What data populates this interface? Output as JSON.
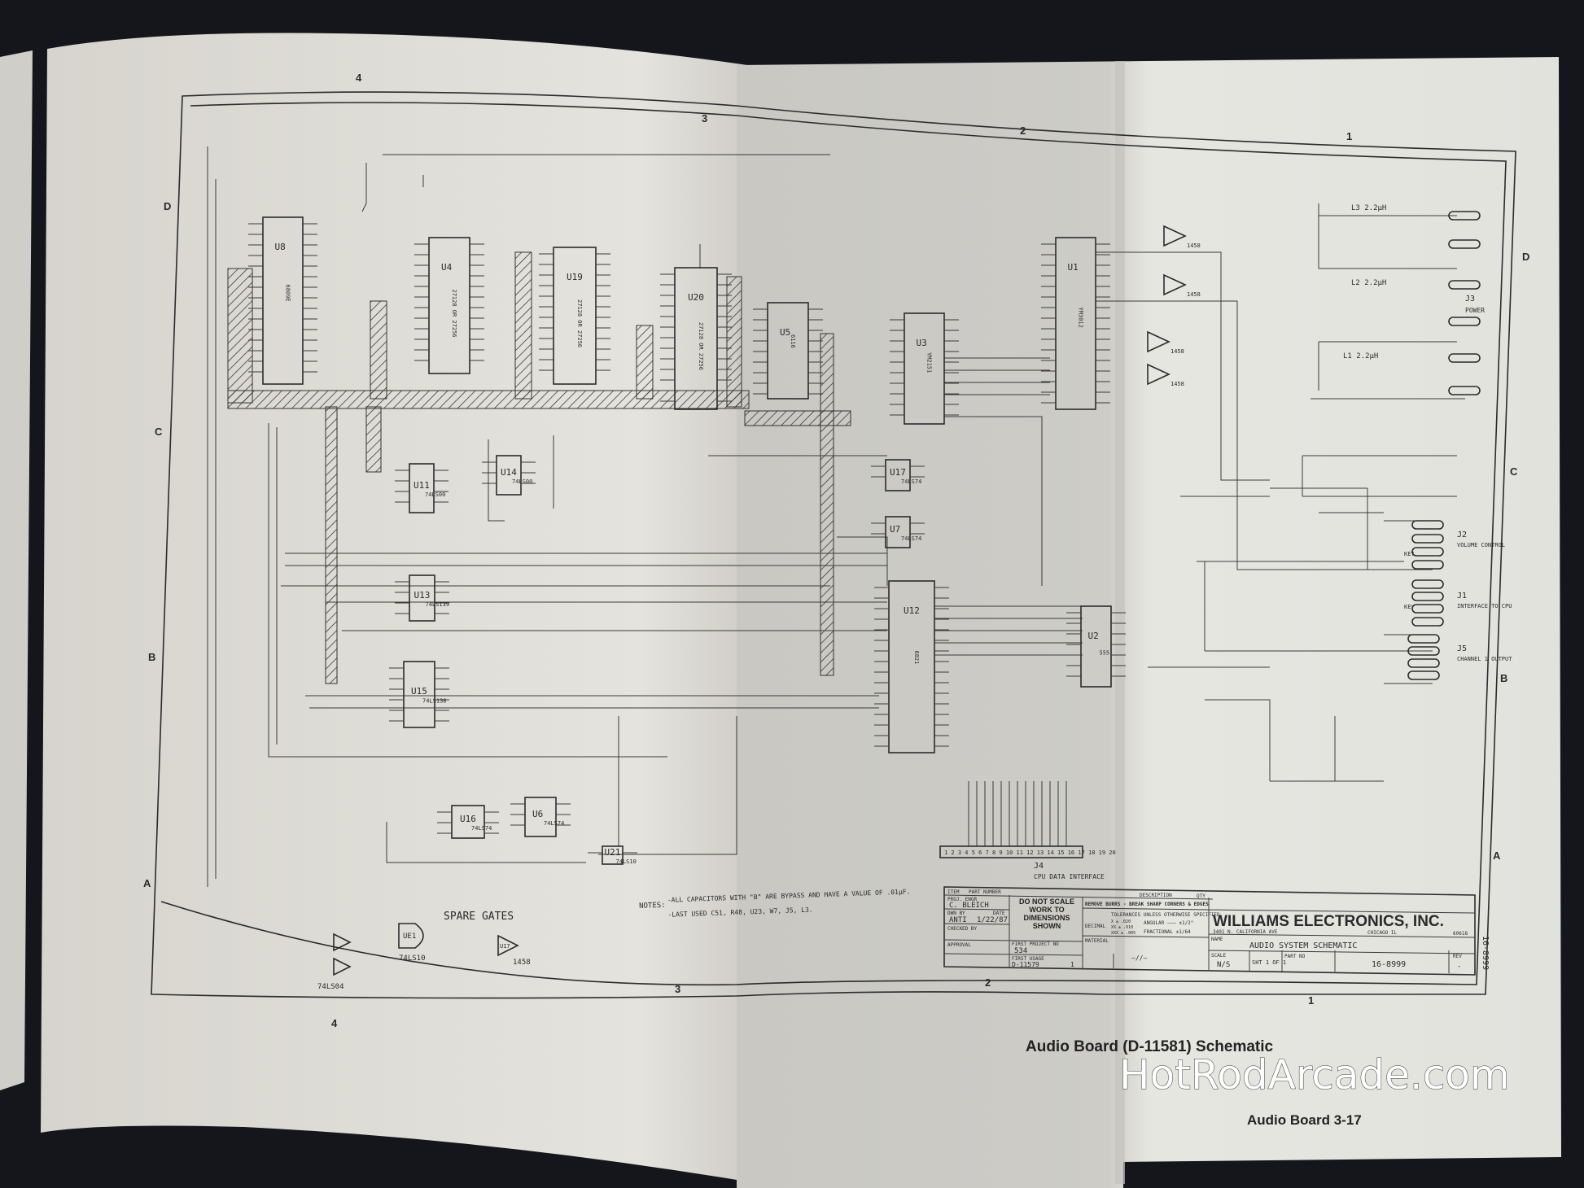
{
  "zones": {
    "top": [
      "4",
      "3",
      "2",
      "1"
    ],
    "bottom": [
      "4",
      "3",
      "2",
      "1"
    ],
    "left": [
      "D",
      "C",
      "B",
      "A"
    ],
    "right": [
      "D",
      "C",
      "B",
      "A"
    ]
  },
  "chips": [
    {
      "ref": "U8",
      "part": "6809E"
    },
    {
      "ref": "U4",
      "part": "27128 OR 27256"
    },
    {
      "ref": "U19",
      "part": "27128 OR 27256"
    },
    {
      "ref": "U20",
      "part": "27128 OR 27256"
    },
    {
      "ref": "U5",
      "part": "6116"
    },
    {
      "ref": "U3",
      "part": "YM2151"
    },
    {
      "ref": "U1",
      "part": "YM3012"
    },
    {
      "ref": "U12",
      "part": "6821"
    },
    {
      "ref": "U2",
      "part": "555"
    },
    {
      "ref": "U13",
      "part": "74LS139"
    },
    {
      "ref": "U15",
      "part": "74LS138"
    },
    {
      "ref": "U11",
      "part": "74LS00"
    },
    {
      "ref": "U14",
      "part": "74LS00"
    },
    {
      "ref": "U17",
      "part": "74LS74"
    },
    {
      "ref": "U7",
      "part": "74LS74"
    },
    {
      "ref": "U16",
      "part": "74LS74"
    },
    {
      "ref": "U6",
      "part": "74LS74"
    },
    {
      "ref": "U21",
      "part": "74LS10"
    }
  ],
  "opamp_labels": [
    "1458",
    "1458",
    "1458",
    "1458"
  ],
  "connectors": {
    "j3": {
      "name": "J3",
      "desc": "POWER"
    },
    "j2": {
      "name": "J2",
      "desc": "VOLUME CONTROL",
      "pin": "KEY"
    },
    "j1": {
      "name": "J1",
      "desc": "INTERFACE TO CPU",
      "pin": "KEY"
    },
    "j5": {
      "name": "J5",
      "desc": "CHANNEL 1 OUTPUT"
    },
    "j4": {
      "name": "J4",
      "desc": "CPU DATA INTERFACE",
      "pins": "1 2 3 4 5 6 7 8 9 10 11 12 13 14 15 16 17 18 19 20"
    }
  },
  "inductors": [
    "L1 2.2µH",
    "L2 2.2µH",
    "L3 2.2µH"
  ],
  "spare_gates": {
    "title": "SPARE GATES",
    "parts": [
      "74LS04",
      "UE1",
      "74LS10",
      "U17",
      "1458"
    ]
  },
  "notes": {
    "heading": "NOTES:",
    "lines": [
      "-ALL CAPACITORS WITH \"B\" ARE BYPASS AND HAVE A VALUE OF .01µF.",
      "-LAST USED   C51, R48, U23, W7, J5, L3."
    ]
  },
  "title_block": {
    "item": "ITEM",
    "part_number": "PART NUMBER",
    "description": "DESCRIPTION",
    "qty": "QTY",
    "proj_engr_label": "PROJ. ENGR",
    "proj_engr": "C. BLEICH",
    "drawn_by_label": "DWN BY",
    "date_label": "DATE",
    "drawn_by": "ANTI",
    "drawn_date": "1/22/87",
    "checked_by_label": "CHECKED BY",
    "approval_label": "APPROVAL",
    "do_not_scale": "DO NOT SCALE WORK TO DIMENSIONS SHOWN",
    "first_project_label": "FIRST PROJECT NO",
    "first_project": "534",
    "first_usage_label": "FIRST USAGE",
    "first_usage": "D-11579",
    "qty_value": "1",
    "remove_burrs": "REMOVE BURRS - BREAK SHARP CORNERS & EDGES",
    "tolerances": "TOLERANCES UNLESS OTHERWISE SPECIFIED",
    "decimal": "DECIMAL",
    "tol_x": "X ± .020",
    "tol_xx": "XX ± .010",
    "tol_xxx": "XXX ± .005",
    "angular": "ANGULAR ——— ±1/2°",
    "fractional": "FRACTIONAL  ±1/64",
    "material_label": "MATERIAL",
    "material": "—//—",
    "company": "WILLIAMS ELECTRONICS, INC.",
    "address": "3401 N. CALIFORNIA AVE",
    "city": "CHICAGO IL",
    "zip": "60618",
    "name_label": "NAME",
    "name": "AUDIO SYSTEM SCHEMATIC",
    "scale_label": "SCALE",
    "scale": "N/S",
    "sheet": "SHT 1 OF 1",
    "part_no_label": "PART NO",
    "part_no": "16-8999",
    "rev_label": "REV",
    "rev": "-",
    "side_number": "16-8999"
  },
  "caption": "Audio Board (D-11581) Schematic",
  "footer": "Audio Board  3-17",
  "watermark": "HotRodArcade.com"
}
